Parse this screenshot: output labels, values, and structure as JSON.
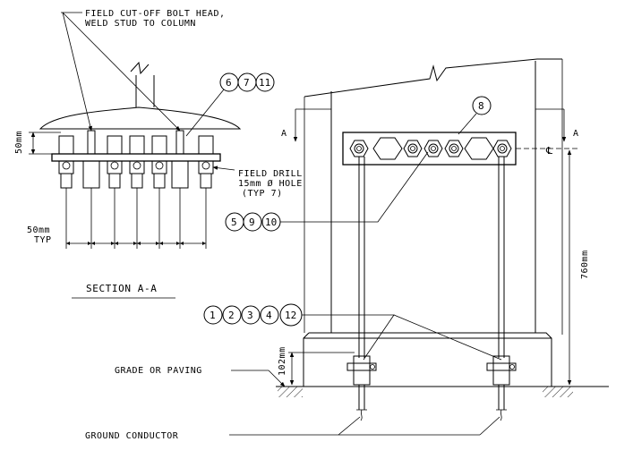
{
  "notes": {
    "field_cutoff_line1": "FIELD CUT-OFF BOLT HEAD,",
    "field_cutoff_line2": "WELD STUD TO COLUMN",
    "field_drill_line1": "FIELD DRILL",
    "field_drill_line2": "15mm Ø HOLE",
    "field_drill_line3": "(TYP 7)",
    "section_title": "SECTION A-A",
    "grade_label": "GRADE OR PAVING",
    "ground_conductor_label": "GROUND CONDUCTOR"
  },
  "dimensions": {
    "dim_50mm": "50mm",
    "dim_50mm_typ_line1": "50mm",
    "dim_50mm_typ_line2": "TYP",
    "dim_760mm": "760mm",
    "dim_102mm": "102mm"
  },
  "section_markers": {
    "left": "A",
    "right": "A",
    "centerline": "℄"
  },
  "callouts": {
    "group_top": [
      "6",
      "7",
      "11"
    ],
    "bar_label": "8",
    "group_mid": [
      "5",
      "9",
      "10"
    ],
    "group_bottom": [
      "1",
      "2",
      "3",
      "4",
      "12"
    ]
  }
}
